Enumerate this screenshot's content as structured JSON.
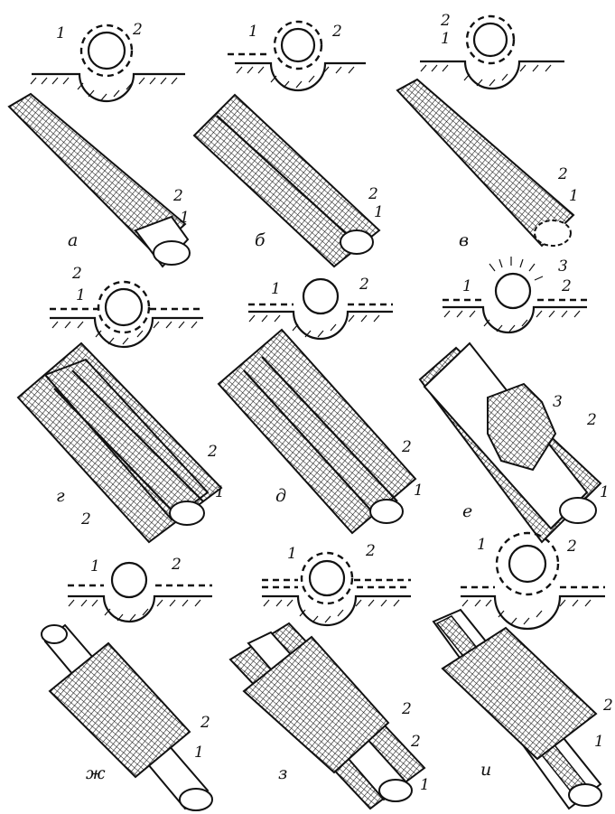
{
  "panels": [
    {
      "letter": "а",
      "labels": [
        "1",
        "2",
        "2",
        "1"
      ]
    },
    {
      "letter": "б",
      "labels": [
        "1",
        "2",
        "2",
        "1"
      ]
    },
    {
      "letter": "в",
      "labels": [
        "2",
        "1",
        "2",
        "1"
      ]
    },
    {
      "letter": "г",
      "labels": [
        "2",
        "1",
        "2",
        "1",
        "2"
      ]
    },
    {
      "letter": "д",
      "labels": [
        "1",
        "2",
        "2",
        "1"
      ]
    },
    {
      "letter": "е",
      "labels": [
        "1",
        "3",
        "2",
        "3",
        "2",
        "1"
      ]
    },
    {
      "letter": "ж",
      "labels": [
        "1",
        "2",
        "2",
        "1"
      ]
    },
    {
      "letter": "з",
      "labels": [
        "1",
        "2",
        "2",
        "2",
        "1"
      ]
    },
    {
      "letter": "и",
      "labels": [
        "1",
        "2",
        "2",
        "1"
      ]
    }
  ]
}
